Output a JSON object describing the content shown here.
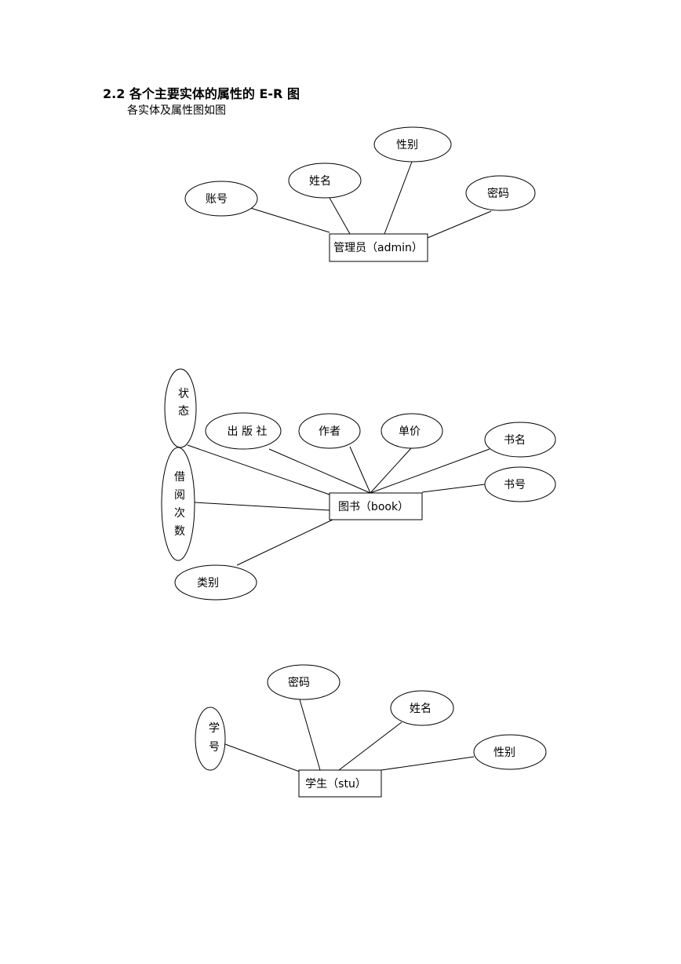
{
  "page": {
    "heading": "2.2 各个主要实体的属性的 E-R 图",
    "subheading": "各实体及属性图如图"
  },
  "diagrams": {
    "admin": {
      "entity": "管理员（admin）",
      "attributes": {
        "account": "账号",
        "name": "姓名",
        "gender": "性别",
        "password": "密码"
      }
    },
    "book": {
      "entity": "图书（book）",
      "attributes": {
        "status": [
          "状",
          "态"
        ],
        "publisher": "出 版 社",
        "author": "作者",
        "price": "单价",
        "title": "书名",
        "book_no": "书号",
        "borrow_count": [
          "借",
          "阅",
          "次",
          "数"
        ],
        "category": "类别"
      }
    },
    "student": {
      "entity": "学生（stu）",
      "attributes": {
        "student_no": [
          "学",
          "号"
        ],
        "password": "密码",
        "name": "姓名",
        "gender": "性别"
      }
    }
  }
}
